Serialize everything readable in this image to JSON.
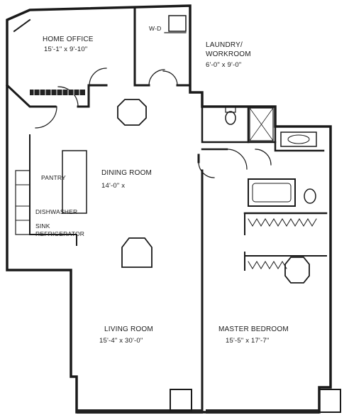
{
  "colors": {
    "ink": "#1a1a1a",
    "paper": "#ffffff",
    "window": "#222222"
  },
  "rooms": {
    "home_office": {
      "name": "HOME OFFICE",
      "dims": "15'-1\" x 9'-10\""
    },
    "wd": {
      "name": "W-D"
    },
    "laundry": {
      "name_line1": "LAUNDRY/",
      "name_line2": "WORKROOM",
      "dims": "6'-0\" x 9'-0\""
    },
    "dining": {
      "name": "DINING ROOM",
      "dims": "14'-0\" x"
    },
    "pantry": {
      "name": "PANTRY"
    },
    "dishwasher": {
      "name": "DISHWASHER"
    },
    "sink": {
      "name": "SINK"
    },
    "refrigerator": {
      "name": "REFRIGERATOR"
    },
    "living": {
      "name": "LIVING ROOM",
      "dims": "15'-4\" x 30'-0\""
    },
    "master_bedroom": {
      "name": "MASTER BEDROOM",
      "dims": "15'-5\" x 17'-7\""
    }
  }
}
